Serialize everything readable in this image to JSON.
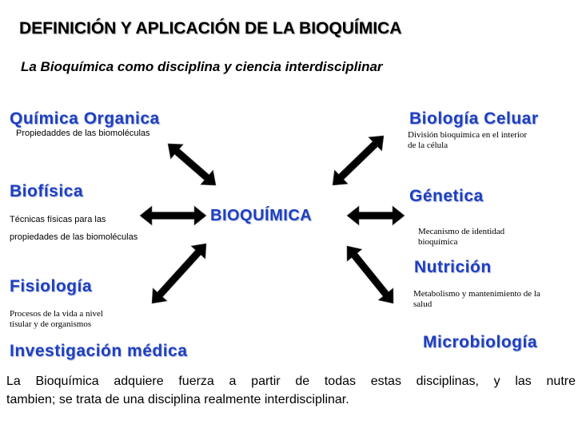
{
  "title": "DEFINICIÓN Y APLICACIÓN DE LA BIOQUÍMICA",
  "subtitle": "La Bioquímica como disciplina y ciencia interdisciplinar",
  "center": "BIOQUÍMICA",
  "nodes": {
    "quimica_organica": {
      "label": "Química Organica",
      "desc": "Propiedaddes de las biomoléculas"
    },
    "biofisica": {
      "label": "Biofísica",
      "desc_line1": "Técnicas físicas para las",
      "desc_line2": "propiedades de las biomoléculas"
    },
    "fisiologia": {
      "label": "Fisiología",
      "desc_line1": "Procesos de la vida a nivel",
      "desc_line2": "tisular y de organismos"
    },
    "investigacion_medica": {
      "label": "Investigación médica"
    },
    "biologia_celular": {
      "label": "Biología Celuar",
      "desc_line1": "División  bioquímica  en  el  interior",
      "desc_line2": "de la célula"
    },
    "genetica": {
      "label": "Génetica",
      "desc_line1": "Mecanismo de identidad",
      "desc_line2": "bioquímica"
    },
    "nutricion": {
      "label": "Nutrición",
      "desc_line1": "Metabolismo  y  mantenimiento  de  la",
      "desc_line2": "salud"
    },
    "microbiologia": {
      "label": "Microbiología"
    }
  },
  "conclusion": {
    "line1": "La Bioquímica adquiere fuerza a partir de todas estas disciplinas, y las nutre",
    "line2": "tambien; se trata de una disciplina realmente interdisciplinar."
  },
  "colors": {
    "heading": "#1f3fbf",
    "text": "#000000",
    "arrow": "#000000",
    "background": "#ffffff"
  }
}
